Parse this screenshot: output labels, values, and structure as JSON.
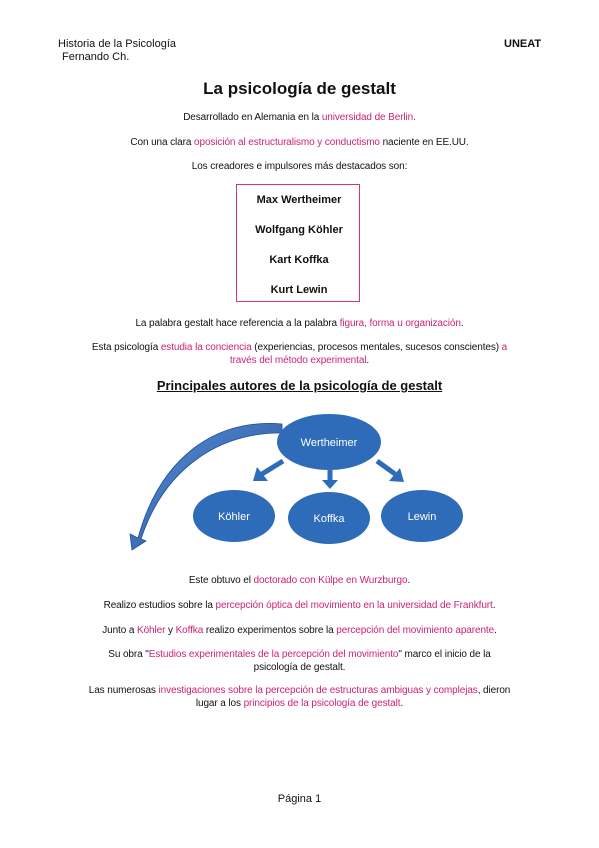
{
  "header": {
    "course": "Historia de la Psicología",
    "author": "Fernando Ch.",
    "institution": "UNEAT"
  },
  "title": "La psicología de gestalt",
  "intro": {
    "p1_a": "Desarrollado en Alemania en la ",
    "p1_b": "universidad de Berlin.",
    "p2_a": "Con una clara ",
    "p2_b": "oposición al estructuralismo y conductismo",
    "p2_c": " naciente en EE.UU.",
    "p3": "Los creadores e impulsores más destacados son:"
  },
  "founders": [
    "Max Wertheimer",
    "Wolfgang Köhler",
    "Kart Koffka",
    "Kurt Lewin"
  ],
  "definition": {
    "a": "La palabra gestalt hace referencia a la palabra ",
    "b": "figura, forma u organización",
    "c": "."
  },
  "method": {
    "a": "Esta psicología ",
    "b": "estudia la conciencia",
    "c": " (experiencias, procesos mentales, sucesos conscientes) ",
    "d": "a",
    "e": "través del método experimental",
    "f": "."
  },
  "section_title": "Principales autores de la psicología de gestalt",
  "diagram": {
    "root": "Wertheimer",
    "children": [
      "Köhler",
      "Koffka",
      "Lewin"
    ],
    "node_color": "#2e6bb8",
    "arrow_color": "#2e6bb8"
  },
  "facts": {
    "f1_a": "Este obtuvo el ",
    "f1_b": "doctorado con Külpe en Wurzburgo",
    "f1_c": ".",
    "f2_a": "Realizo estudios sobre la ",
    "f2_b": "percepción óptica del movimiento en la universidad de Frankfurt",
    "f2_c": ".",
    "f3_a": "Junto a ",
    "f3_b": "Köhler",
    "f3_c": " y ",
    "f3_d": "Koffka",
    "f3_e": " realizo experimentos sobre la ",
    "f3_f": "percepción del movimiento aparente",
    "f3_g": ".",
    "f4_a": "Su obra \"",
    "f4_b": "Estudios experimentales de la percepción del movimiento",
    "f4_c": "\" marco el inicio de la",
    "f4_d": "psicología de gestalt.",
    "f5_a": "Las numerosas ",
    "f5_b": "investigaciones sobre la percepción de estructuras ambiguas y complejas",
    "f5_c": ", dieron",
    "f5_d": "lugar a los ",
    "f5_e": "principios de la psicología de gestalt",
    "f5_f": "."
  },
  "footer": {
    "page": "Página 1"
  },
  "colors": {
    "accent": "#cc2277",
    "box_border": "#d4317f"
  }
}
